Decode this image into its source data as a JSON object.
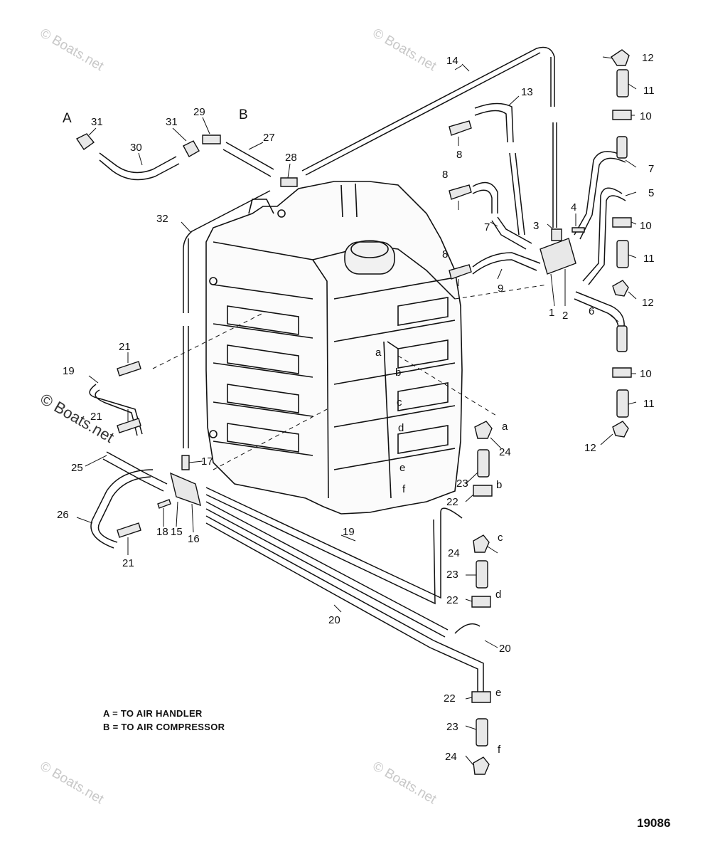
{
  "diagram": {
    "callouts": [
      {
        "id": "A",
        "text": "A"
      },
      {
        "id": "B",
        "text": "B"
      },
      {
        "id": "1",
        "text": "1"
      },
      {
        "id": "2",
        "text": "2"
      },
      {
        "id": "3",
        "text": "3"
      },
      {
        "id": "4",
        "text": "4"
      },
      {
        "id": "5",
        "text": "5"
      },
      {
        "id": "6",
        "text": "6"
      },
      {
        "id": "7a",
        "text": "7"
      },
      {
        "id": "7b",
        "text": "7"
      },
      {
        "id": "8a",
        "text": "8"
      },
      {
        "id": "8b",
        "text": "8"
      },
      {
        "id": "8c",
        "text": "8"
      },
      {
        "id": "9",
        "text": "9"
      },
      {
        "id": "10a",
        "text": "10"
      },
      {
        "id": "10b",
        "text": "10"
      },
      {
        "id": "10c",
        "text": "10"
      },
      {
        "id": "11a",
        "text": "11"
      },
      {
        "id": "11b",
        "text": "11"
      },
      {
        "id": "11c",
        "text": "11"
      },
      {
        "id": "12a",
        "text": "12"
      },
      {
        "id": "12b",
        "text": "12"
      },
      {
        "id": "12c",
        "text": "12"
      },
      {
        "id": "13",
        "text": "13"
      },
      {
        "id": "14",
        "text": "14"
      },
      {
        "id": "15",
        "text": "15"
      },
      {
        "id": "16",
        "text": "16"
      },
      {
        "id": "17",
        "text": "17"
      },
      {
        "id": "18",
        "text": "18"
      },
      {
        "id": "19a",
        "text": "19"
      },
      {
        "id": "19b",
        "text": "19"
      },
      {
        "id": "20a",
        "text": "20"
      },
      {
        "id": "20b",
        "text": "20"
      },
      {
        "id": "21a",
        "text": "21"
      },
      {
        "id": "21b",
        "text": "21"
      },
      {
        "id": "21c",
        "text": "21"
      },
      {
        "id": "22a",
        "text": "22"
      },
      {
        "id": "22b",
        "text": "22"
      },
      {
        "id": "22c",
        "text": "22"
      },
      {
        "id": "23a",
        "text": "23"
      },
      {
        "id": "23b",
        "text": "23"
      },
      {
        "id": "23c",
        "text": "23"
      },
      {
        "id": "24a",
        "text": "24"
      },
      {
        "id": "24b",
        "text": "24"
      },
      {
        "id": "24c",
        "text": "24"
      },
      {
        "id": "25",
        "text": "25"
      },
      {
        "id": "26",
        "text": "26"
      },
      {
        "id": "27",
        "text": "27"
      },
      {
        "id": "28",
        "text": "28"
      },
      {
        "id": "29",
        "text": "29"
      },
      {
        "id": "30",
        "text": "30"
      },
      {
        "id": "31a",
        "text": "31"
      },
      {
        "id": "31b",
        "text": "31"
      },
      {
        "id": "32",
        "text": "32"
      },
      {
        "id": "a1",
        "text": "a"
      },
      {
        "id": "a2",
        "text": "a"
      },
      {
        "id": "b1",
        "text": "b"
      },
      {
        "id": "b2",
        "text": "b"
      },
      {
        "id": "c1",
        "text": "c"
      },
      {
        "id": "c2",
        "text": "c"
      },
      {
        "id": "d1",
        "text": "d"
      },
      {
        "id": "d2",
        "text": "d"
      },
      {
        "id": "e1",
        "text": "e"
      },
      {
        "id": "e2",
        "text": "e"
      },
      {
        "id": "f1",
        "text": "f"
      },
      {
        "id": "f2",
        "text": "f"
      }
    ],
    "legend": [
      "A = TO AIR HANDLER",
      "B = TO AIR COMPRESSOR"
    ],
    "drawing_number": "19086",
    "watermark": "© Boats.net"
  }
}
